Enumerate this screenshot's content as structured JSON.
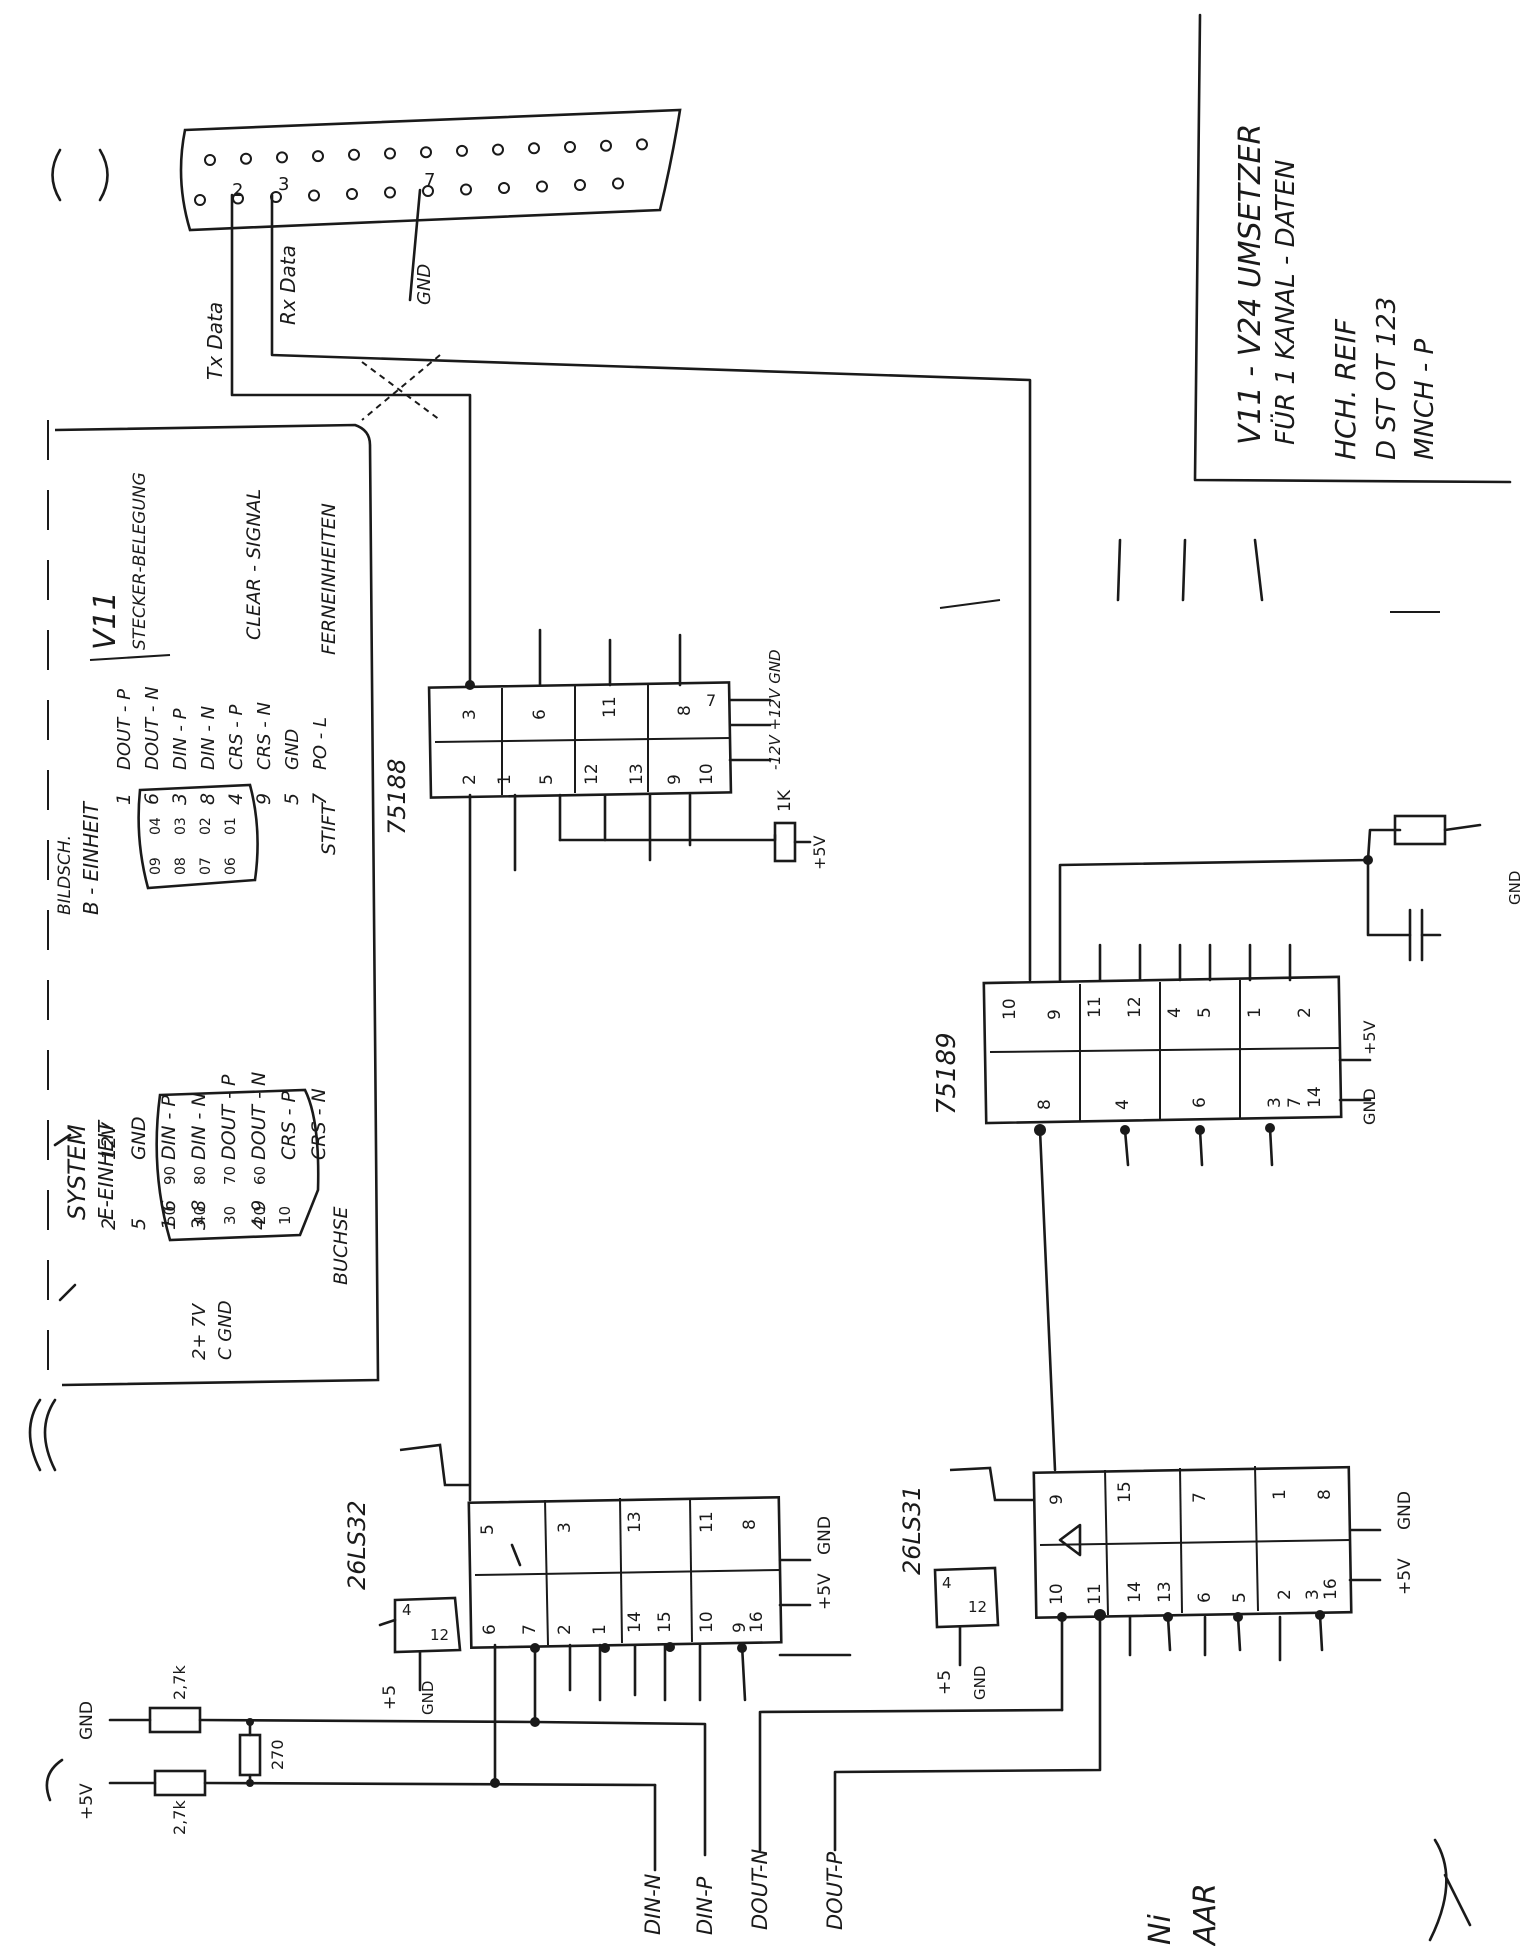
{
  "title_block": {
    "line1": "V11 - V24 UMSETZER",
    "line2": "FÜR 1 KANAL - DATEN",
    "line3": "HCH. REIF",
    "line4": "D ST OT 123",
    "line5": "MNCH - P"
  },
  "connector_db25": {
    "pin_2": "2",
    "pin_3": "3",
    "pin_7": "7",
    "tx_label": "Tx Data",
    "rx_label": "Rx Data",
    "gnd_label": "GND"
  },
  "legend": {
    "heading": "V11",
    "subheading": "STECKER-BELEGUNG",
    "system_label": "SYSTEM",
    "system_unit": "E-EINHEIT",
    "buchse_label": "BUCHSE",
    "buchse_pins": [
      "50",
      "90",
      "40",
      "80",
      "30",
      "70",
      "20",
      "60",
      "10"
    ],
    "buchse_rows": [
      {
        "pin": "2",
        "signal": "12V"
      },
      {
        "pin": "5",
        "signal": "GND"
      },
      {
        "pin": "1  6",
        "signal": "DIN - P"
      },
      {
        "pin": "3  8",
        "signal": "DIN - N"
      },
      {
        "pin": "",
        "signal": "DOUT - P"
      },
      {
        "pin": "4  9",
        "signal": "DOUT - N"
      },
      {
        "pin": "",
        "signal": "CRS - P"
      },
      {
        "pin": "",
        "signal": "CRS - N"
      }
    ],
    "buchse_note_1": "2+ 7V",
    "buchse_note_2": "C GND",
    "bildschirm_label": "BILDSCH.",
    "bildschirm_unit": "B - EINHEIT",
    "stift_label": "STIFT",
    "stift_pins": [
      "09",
      "04",
      "08",
      "03",
      "07",
      "02",
      "06",
      "01"
    ],
    "stift_rows": [
      {
        "pin": "1",
        "signal": "DOUT - P"
      },
      {
        "pin": "6",
        "signal": "DOUT - N"
      },
      {
        "pin": "3",
        "signal": "DIN - P"
      },
      {
        "pin": "8",
        "signal": "DIN - N"
      },
      {
        "pin": "4",
        "signal": "CRS - P"
      },
      {
        "pin": "9",
        "signal": "CRS - N"
      },
      {
        "pin": "5",
        "signal": "GND"
      },
      {
        "pin": "7",
        "signal": "PO - L"
      }
    ],
    "clear_signal": "CLEAR - SIGNAL",
    "ferneinheiten": "FERNEINHEITEN"
  },
  "chips": {
    "c75188": {
      "name": "75188",
      "pins_top": [
        "3",
        "6",
        "11",
        "8"
      ],
      "pins_bottom": [
        "2",
        "1",
        "5",
        "12",
        "13",
        "9",
        "10"
      ],
      "power_label": "-12V +12V GND",
      "pin_7": "7"
    },
    "c75189": {
      "name": "75189",
      "pins_top": [
        "10",
        "9",
        "11",
        "12",
        "4",
        "5",
        "1",
        "2"
      ],
      "pins_bottom": [
        "8",
        "4",
        "6",
        "3",
        "7",
        "14"
      ],
      "gnd_label": "GND",
      "vcc_label": "+5V"
    },
    "c26ls32": {
      "name": "26LS32",
      "pins_top": [
        "5",
        "3",
        "13",
        "11",
        "8"
      ],
      "pins_bottom": [
        "6",
        "7",
        "2",
        "1",
        "14",
        "15",
        "10",
        "9",
        "16"
      ],
      "side_pins": [
        "4",
        "12"
      ],
      "gnd_label": "GND",
      "vcc_label": "+5V",
      "enable_vcc": "+5",
      "enable_gnd": "GND"
    },
    "c26ls31": {
      "name": "26LS31",
      "pins_top": [
        "9",
        "15",
        "7",
        "1",
        "8"
      ],
      "pins_bottom": [
        "10",
        "11",
        "14",
        "13",
        "6",
        "5",
        "2",
        "3",
        "16"
      ],
      "side_pins": [
        "4",
        "12"
      ],
      "gnd_label": "GND",
      "vcc_label": "+5V",
      "enable_vcc": "+5",
      "enable_gnd": "GND"
    }
  },
  "resistors": {
    "r_pullup_label": "1K",
    "r_pullup_vcc": "+5V",
    "r_gnd_value": "2,7k",
    "r_vcc_value": "2,7k",
    "r_term_value": "270",
    "gnd_label": "GND",
    "vcc_label": "+5V"
  },
  "signals": [
    "DIN-N",
    "DIN-P",
    "DOUT-N",
    "DOUT-P"
  ],
  "partial_text": {
    "right_edge": "GND",
    "bottom_word_1": "Ni",
    "bottom_word_2": "AAR"
  }
}
